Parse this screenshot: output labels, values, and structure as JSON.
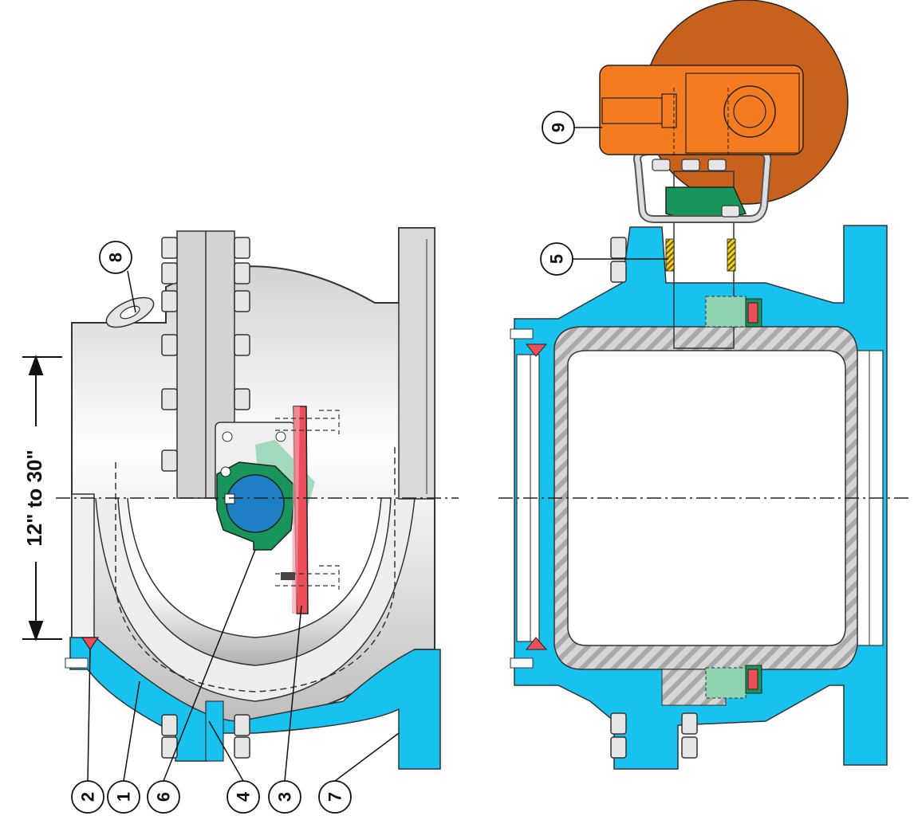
{
  "dimension_label": "12\" to 30\"",
  "callouts": {
    "c1": "1",
    "c2": "2",
    "c3": "3",
    "c4": "4",
    "c5": "5",
    "c6": "6",
    "c7": "7",
    "c8": "8",
    "c9": "9"
  },
  "colors": {
    "body_blue": "#17c2ef",
    "actuator_orange": "#f47b20",
    "handwheel_brown": "#c8611b",
    "trunnion_green": "#17955a",
    "ball_blue": "#1f7fc6",
    "seat_red": "#ee4d5a",
    "steel_grey": "#d9d9d9"
  }
}
